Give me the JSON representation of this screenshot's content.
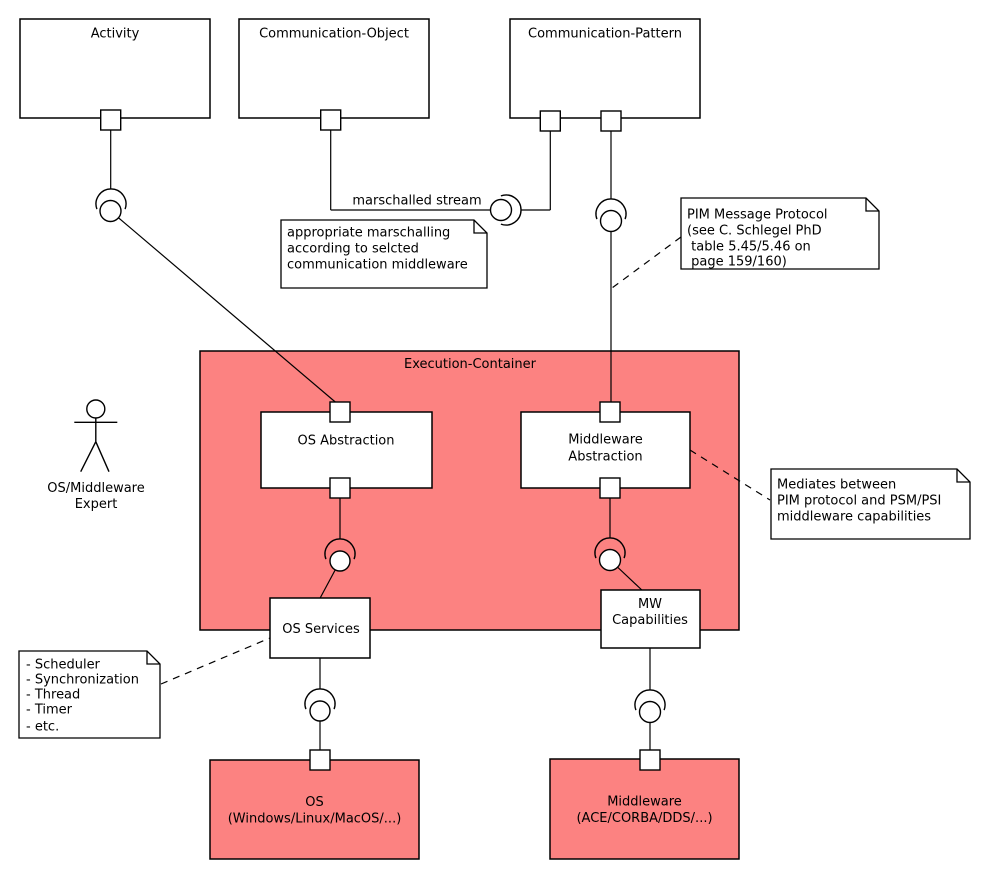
{
  "colors": {
    "pink_fill": "#FC8281",
    "white_fill": "#FFFFFF",
    "line": "#000000"
  },
  "boxes": {
    "activity": {
      "label": "Activity"
    },
    "communication_object": {
      "label": "Communication-Object"
    },
    "communication_pattern": {
      "label": "Communication-Pattern"
    },
    "execution_container": {
      "label": "Execution-Container"
    },
    "os_abstraction": {
      "label": "OS Abstraction"
    },
    "middleware_abstraction": {
      "line1": "Middleware",
      "line2": "Abstraction"
    },
    "os_services": {
      "label": "OS Services"
    },
    "mw_capabilities": {
      "line1": "MW",
      "line2": "Capabilities"
    },
    "os": {
      "line1": "OS",
      "line2": "(Windows/Linux/MacOS/...)"
    },
    "middleware": {
      "line1": "Middleware",
      "line2": "(ACE/CORBA/DDS/...)"
    }
  },
  "actor": {
    "line1": "OS/Middleware",
    "line2": "Expert"
  },
  "edge_labels": {
    "marschalled_stream": "marschalled stream"
  },
  "notes": {
    "marshalling": {
      "lines": [
        "appropriate marschalling",
        "according to selcted",
        "communication middleware"
      ]
    },
    "pim_protocol": {
      "lines": [
        "PIM Message Protocol",
        "(see C. Schlegel PhD",
        " table 5.45/5.46 on",
        " page 159/160)"
      ]
    },
    "mediates": {
      "lines": [
        "Mediates between",
        "PIM protocol and PSM/PSI",
        "middleware capabilities"
      ]
    },
    "os_services_details": {
      "lines": [
        "- Scheduler",
        "- Synchronization",
        "- Thread",
        "- Timer",
        "- etc."
      ]
    }
  }
}
